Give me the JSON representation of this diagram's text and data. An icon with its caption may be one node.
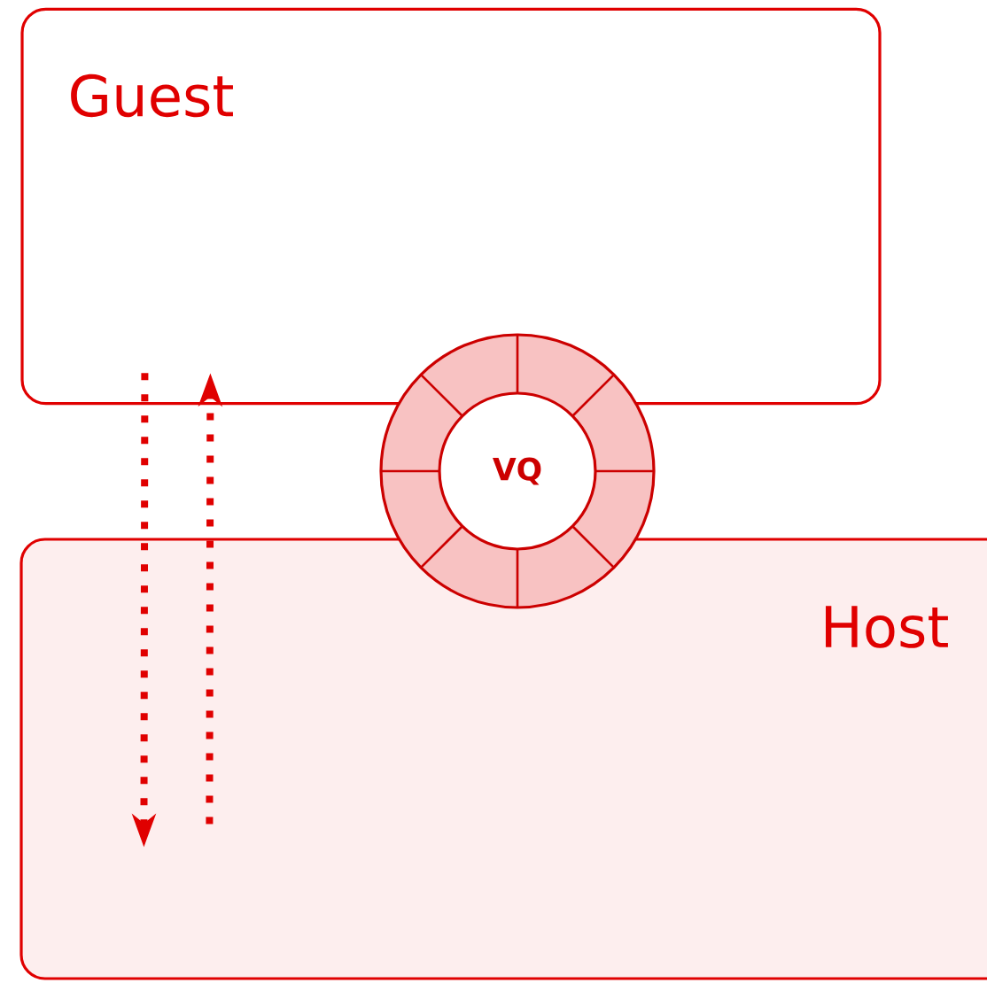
{
  "diagram": {
    "nodes": [
      {
        "text": [
          "Guest"
        ]
      },
      {
        "text": [
          "Host"
        ]
      },
      {
        "text": [
          "VQ"
        ]
      }
    ],
    "edges": [
      {
        "from": 0,
        "to": 1,
        "arrow": "to",
        "style": "dashed"
      },
      {
        "from": 1,
        "to": 0,
        "arrow": "to",
        "style": "dashed"
      }
    ]
  }
}
